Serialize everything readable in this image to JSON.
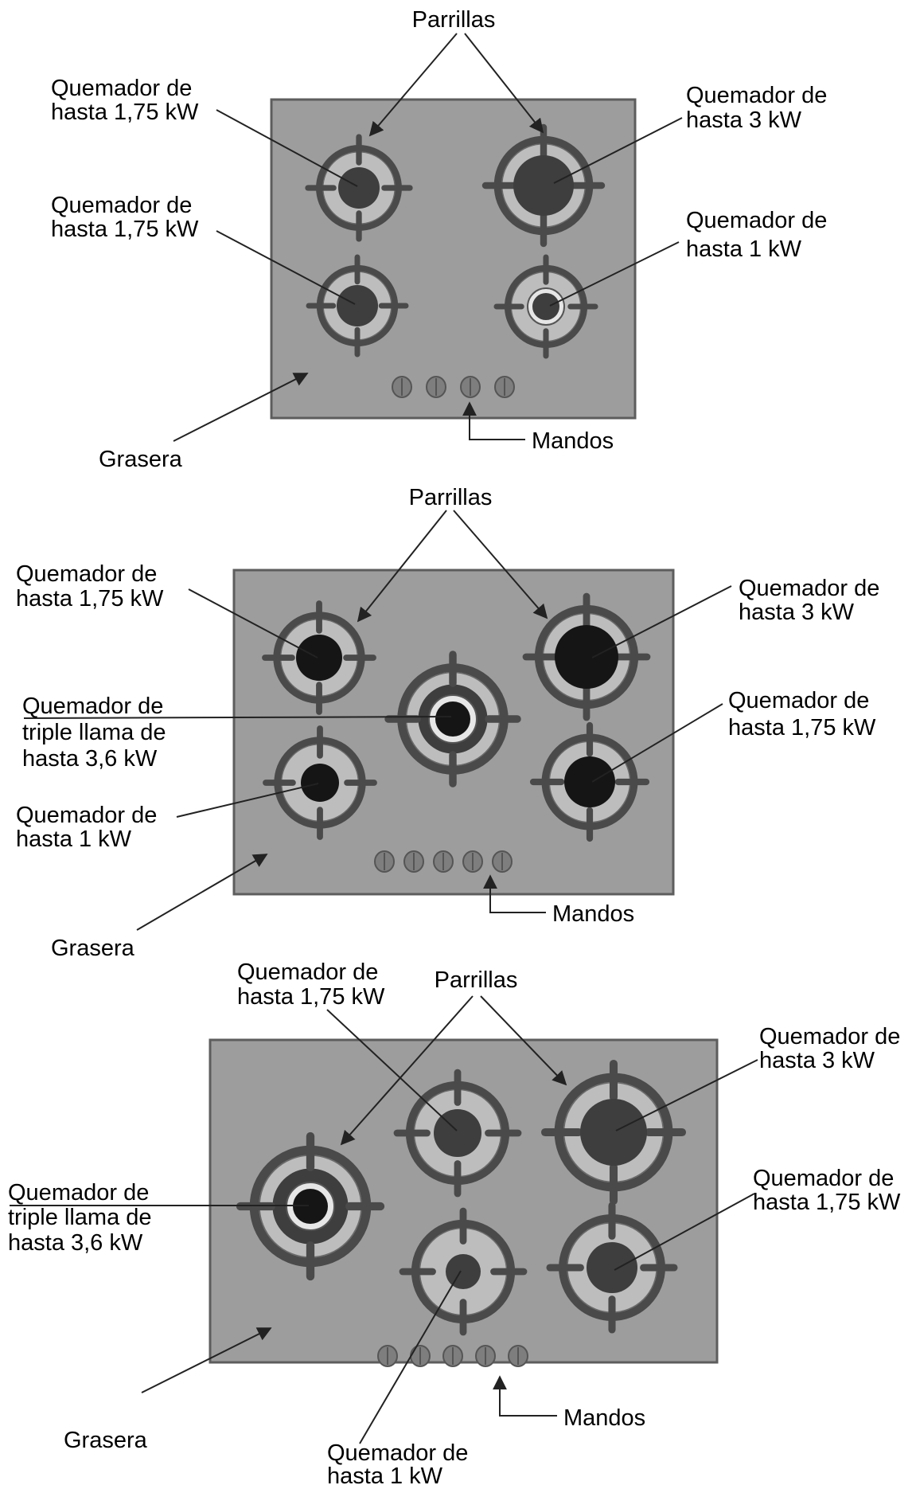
{
  "diagrams": [
    {
      "name": "placa-4-quemadores",
      "labels": {
        "parrillas": "Parrillas",
        "burner_tl": [
          "Quemador de",
          "hasta 1,75 kW"
        ],
        "burner_ml": [
          "Quemador de",
          "hasta 1,75 kW"
        ],
        "burner_tr": [
          "Quemador de",
          "hasta 3 kW"
        ],
        "burner_mr": [
          "Quemador de",
          "hasta 1 kW"
        ],
        "grasera": "Grasera",
        "mandos": "Mandos"
      },
      "knob_count": 4
    },
    {
      "name": "placa-5-quemadores-centro",
      "labels": {
        "parrillas": "Parrillas",
        "burner_tl": [
          "Quemador de",
          "hasta 1,75 kW"
        ],
        "burner_triple": [
          "Quemador de",
          "triple llama de",
          "hasta 3,6 kW"
        ],
        "burner_bl": [
          "Quemador de",
          "hasta 1 kW"
        ],
        "burner_tr": [
          "Quemador de",
          "hasta 3 kW"
        ],
        "burner_mr": [
          "Quemador de",
          "hasta 1,75 kW"
        ],
        "grasera": "Grasera",
        "mandos": "Mandos"
      },
      "knob_count": 5
    },
    {
      "name": "placa-5-quemadores-lateral",
      "labels": {
        "burner_top": [
          "Quemador de",
          "hasta 1,75 kW"
        ],
        "parrillas": "Parrillas",
        "burner_tr": [
          "Quemador de",
          "hasta 3 kW"
        ],
        "burner_triple": [
          "Quemador de",
          "triple llama de",
          "hasta 3,6 kW"
        ],
        "burner_mr": [
          "Quemador de",
          "hasta 1,75 kW"
        ],
        "burner_bottom": [
          "Quemador de",
          "hasta 1 kW"
        ],
        "grasera": "Grasera",
        "mandos": "Mandos"
      },
      "knob_count": 5
    }
  ]
}
